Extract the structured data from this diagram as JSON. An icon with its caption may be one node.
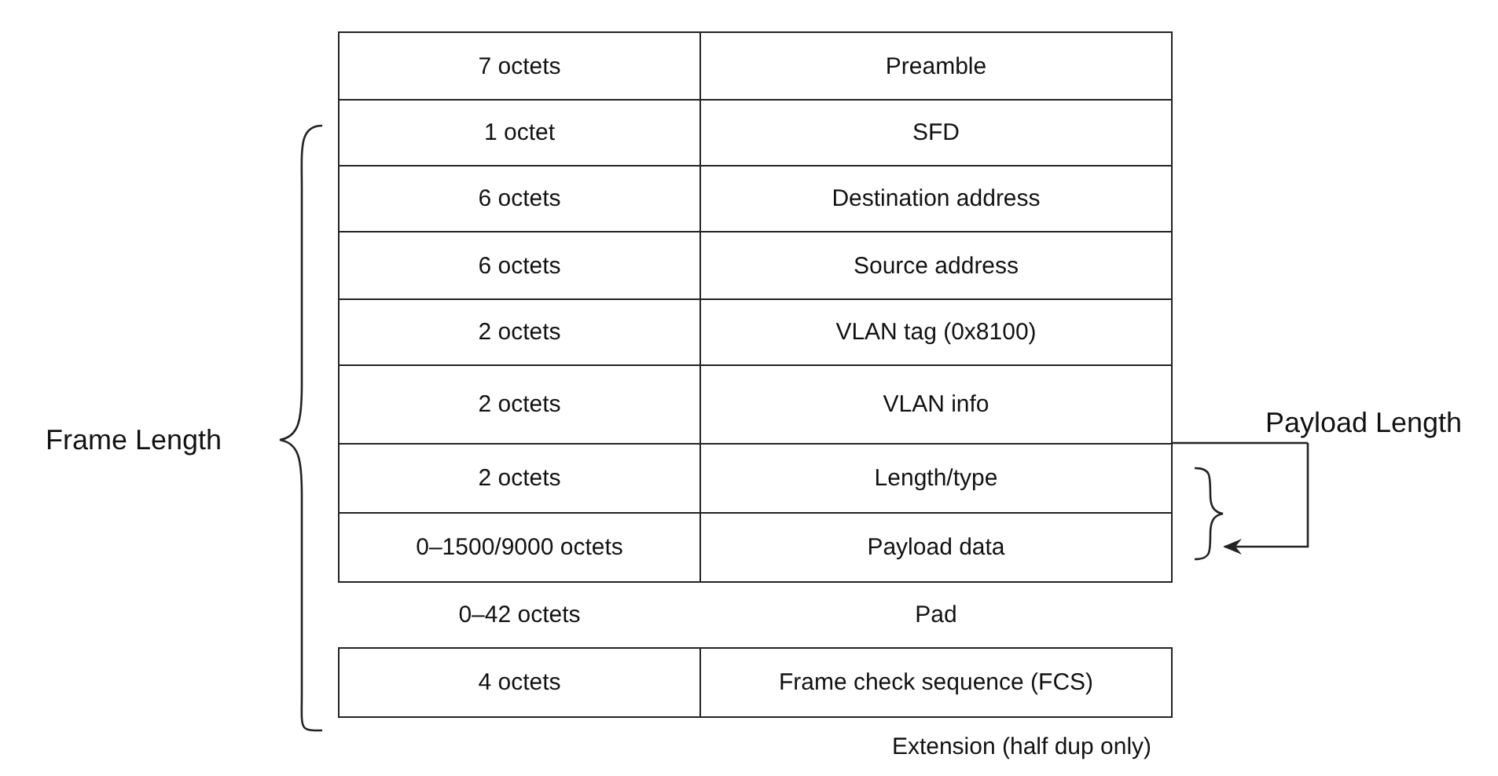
{
  "diagram": {
    "nodes": [
      {
        "text": [
          "Payload Length"
        ]
      },
      {
        "text": [],
        "shape": "bracket"
      }
    ],
    "edges": [
      {
        "from": 0,
        "to": 1,
        "arrow": "to"
      }
    ],
    "labels": [
      "7 octets",
      "Preamble",
      "1 octet",
      "SFD",
      "6 octets",
      "Destination address",
      "6 octets",
      "Source address",
      "2 octets",
      "VLAN tag (0x8100)",
      "2 octets",
      "VLAN info",
      "2 octets",
      "Length/type",
      "0–1500/9000 octets",
      "Payload data",
      "0–42 octets",
      "Pad",
      "4 octets",
      "Frame check sequence (FCS)",
      "Extension (half dup only)",
      "Frame Length"
    ]
  }
}
